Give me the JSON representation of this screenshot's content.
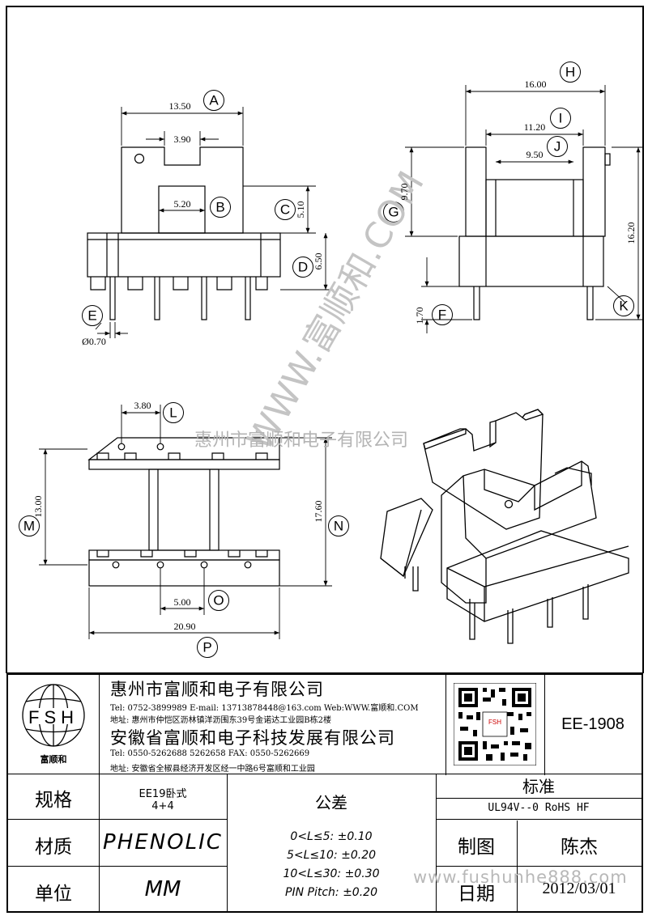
{
  "dimensions": {
    "A": {
      "callout": "A",
      "value": "13.50"
    },
    "sub_a": {
      "value": "3.90"
    },
    "B": {
      "callout": "B",
      "value": "5.20"
    },
    "C": {
      "callout": "C",
      "value": "5.10"
    },
    "D": {
      "callout": "D",
      "value": "6.50"
    },
    "E": {
      "callout": "E",
      "value": "Ø0.70"
    },
    "F": {
      "callout": "F",
      "value": "1.70"
    },
    "G": {
      "callout": "G",
      "value": "9.70"
    },
    "H": {
      "callout": "H",
      "value": "16.00"
    },
    "I": {
      "callout": "I",
      "value": "11.20"
    },
    "J": {
      "callout": "J",
      "value": "9.50"
    },
    "K": {
      "callout": "K",
      "value": "16.20"
    },
    "L": {
      "callout": "L",
      "value": "3.80"
    },
    "M": {
      "callout": "M",
      "value": "13.00"
    },
    "N": {
      "callout": "N",
      "value": "17.60"
    },
    "O": {
      "callout": "O",
      "value": "5.00"
    },
    "P": {
      "callout": "P",
      "value": "20.90"
    }
  },
  "watermark": {
    "diagonal": "WWW.富顺和.COM",
    "company": "惠州市富顺和电子有限公司",
    "site": "www.fushunhe888.com"
  },
  "title_block": {
    "logo": {
      "letters": "FSH",
      "name": "富顺和"
    },
    "company1": {
      "name": "惠州市富顺和电子有限公司",
      "tel": "Tel:  0752-3899989  E-mail: 13713878448@163.com  Web:WWW.富顺和.COM",
      "addr": "地址: 惠州市仲恺区沥林镇洋沥围东39号金诺达工业园B栋2楼"
    },
    "company2": {
      "name": "安徽省富顺和电子科技发展有限公司",
      "tel": "Tel:  0550-5262688  5262658      FAX: 0550-5262669",
      "addr": "地址: 安徽省全椒县经济开发区经一中路6号富顺和工业园"
    },
    "qr_text": "FSH",
    "part_number": "EE-1908",
    "rows": {
      "spec_label": "规格",
      "spec_value1": "EE19卧式",
      "spec_value2": "4+4",
      "tolerance_label": "公差",
      "standard_label": "标准",
      "standard_value": "UL94V--0  RoHS HF",
      "material_label": "材质",
      "material_value": "PHENOLIC",
      "drawn_label": "制图",
      "drawn_value": "陈杰",
      "unit_label": "单位",
      "unit_value": "MM",
      "date_label": "日期",
      "date_value": "2012/03/01",
      "tolerances": [
        "0<L≤5: ±0.10",
        "5<L≤10: ±0.20",
        "10<L≤30: ±0.30",
        "PIN Pitch: ±0.20"
      ]
    }
  }
}
